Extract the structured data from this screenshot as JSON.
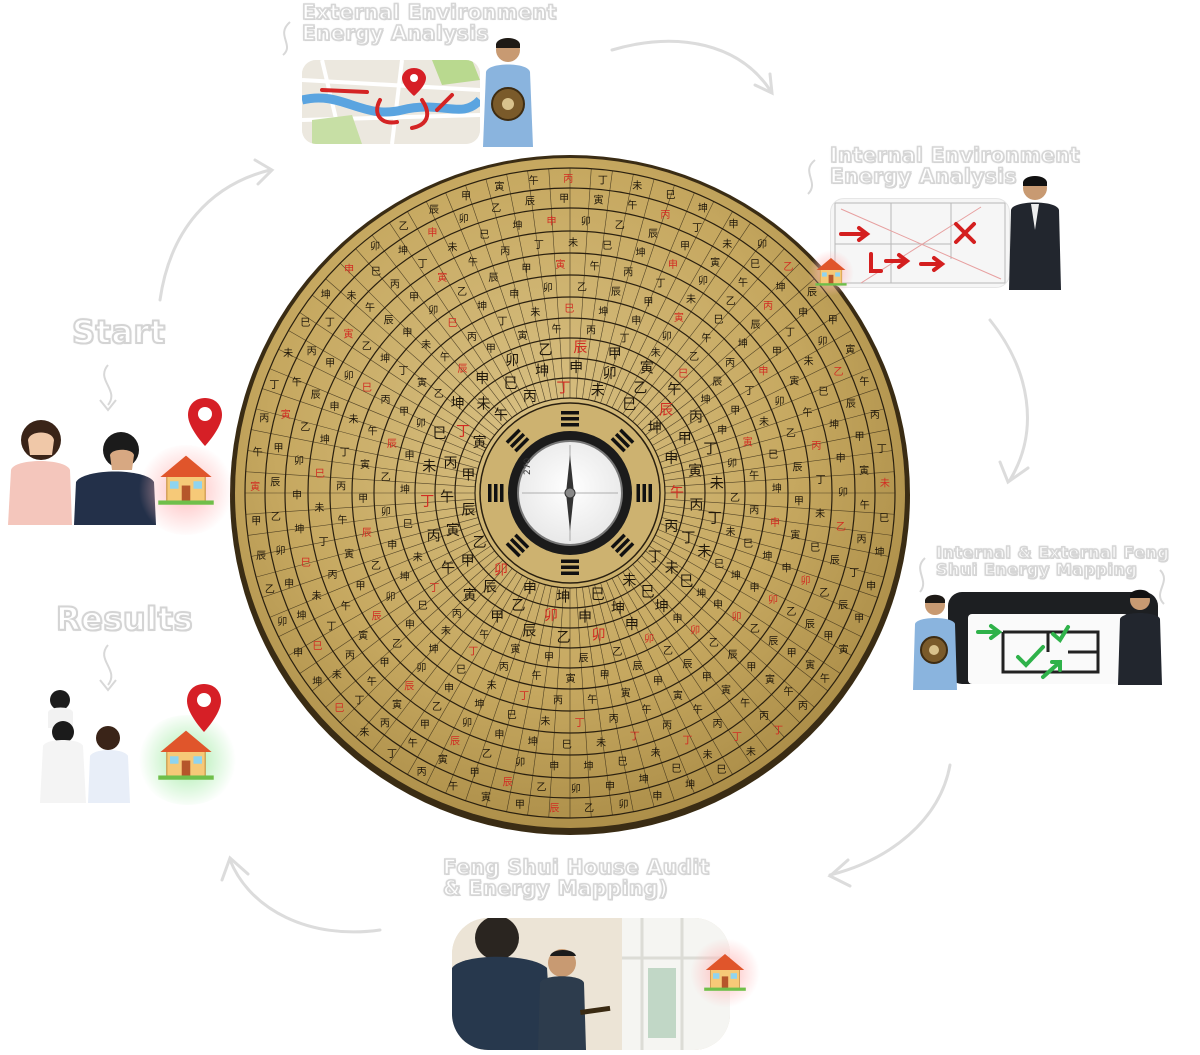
{
  "steps": {
    "start": {
      "label": "Start"
    },
    "external": {
      "label_line1": "External Environment",
      "label_line2": "Energy Analysis"
    },
    "internal": {
      "label_line1": "Internal Environment",
      "label_line2": "Energy Analysis"
    },
    "mapping": {
      "label_line1": "Internal & External Feng",
      "label_line2": "Shui Energy Mapping"
    },
    "audit": {
      "label_line1": "Feng Shui House Audit",
      "label_line2": "& Energy Mapping)"
    },
    "results": {
      "label": "Results"
    }
  },
  "compass": {
    "dial_numbers": [
      "270"
    ],
    "center_characters": [
      "午",
      "丙",
      "丁",
      "未",
      "巳",
      "坤",
      "申",
      "卯",
      "乙",
      "辰",
      "甲",
      "寅"
    ]
  },
  "colors": {
    "compass_gold": "#c9ab63",
    "compass_red": "#d22c22",
    "pin_red": "#d61f26",
    "house_wall": "#f6c978",
    "house_roof": "#e0552b",
    "glow_red": "#ff9a9a",
    "glow_green": "#8fe08f",
    "arrow_gray": "#dcdcdc"
  },
  "icons": [
    "location-pin-icon",
    "house-icon",
    "cycle-arrow-icon",
    "curly-arrow-icon"
  ]
}
